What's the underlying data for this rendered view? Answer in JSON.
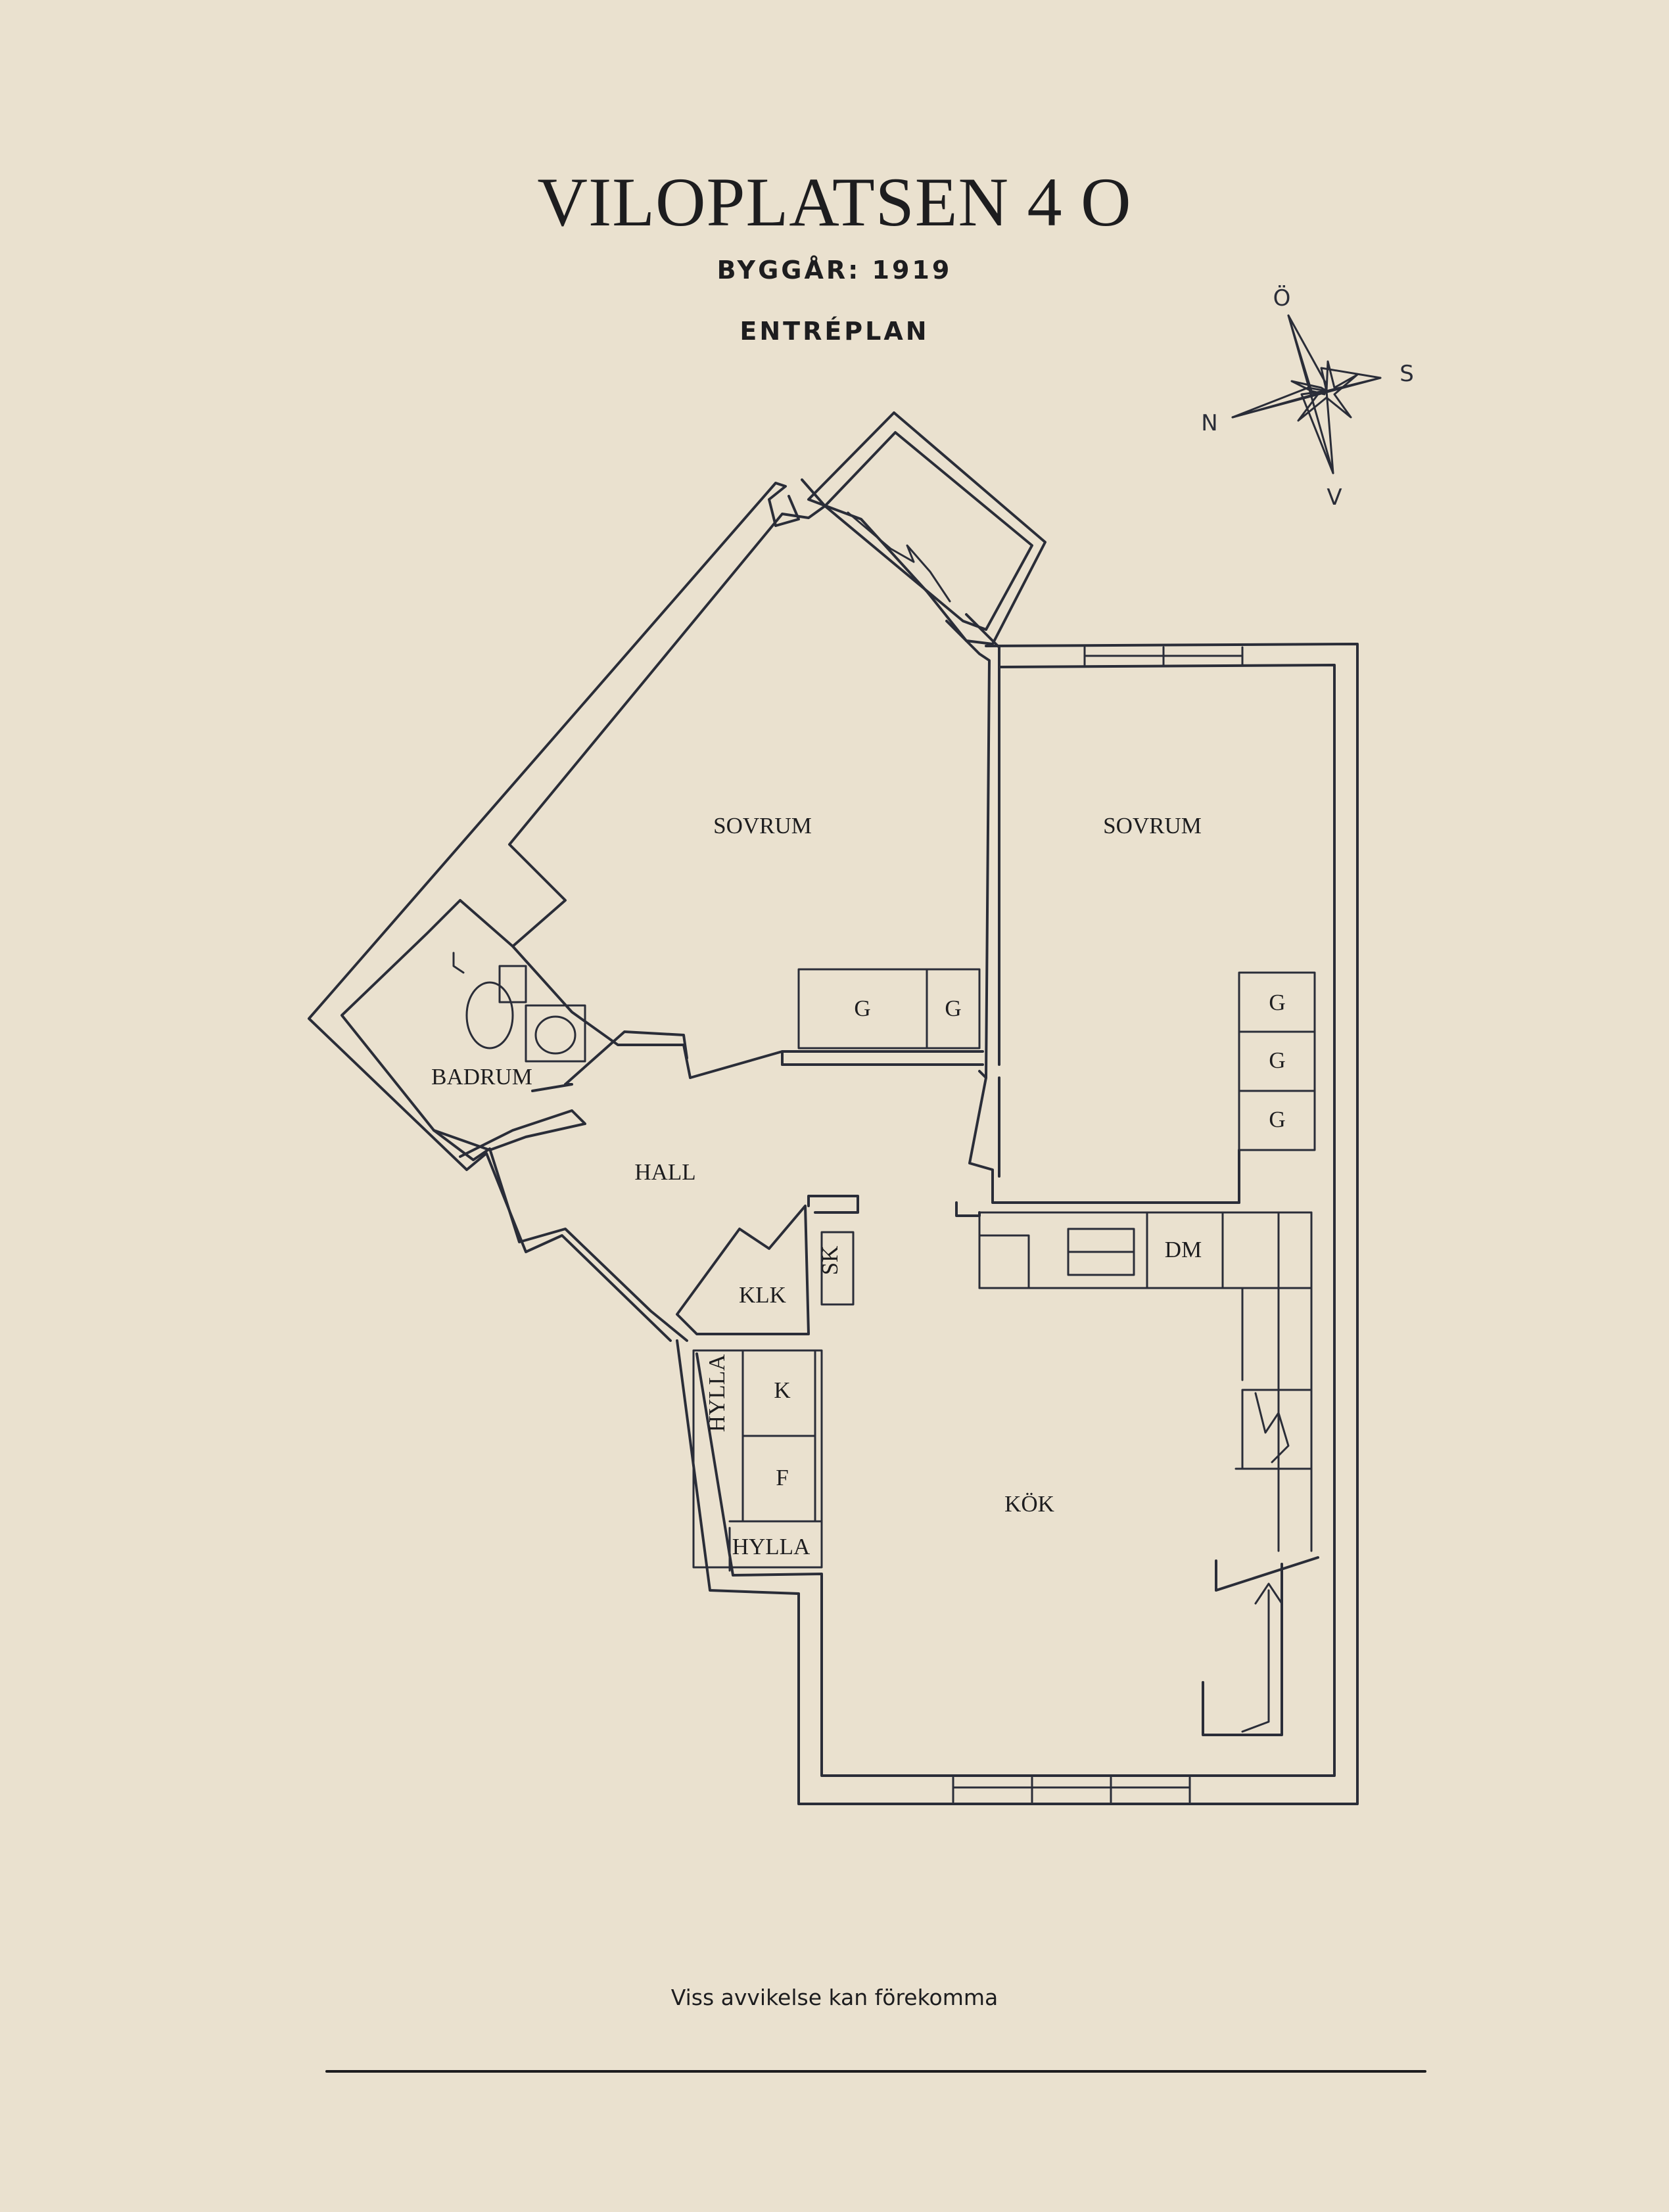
{
  "header": {
    "title": "VILOPLATSEN 4 O",
    "year": "BYGGÅR: 1919",
    "level": "ENTRÉPLAN"
  },
  "compass": {
    "north": "Ö",
    "east": "S",
    "south": "V",
    "west": "N"
  },
  "rooms": {
    "sovrum_left": "SOVRUM",
    "sovrum_right": "SOVRUM",
    "badrum": "BADRUM",
    "hall": "HALL",
    "klk": "KLK",
    "sk": "SK",
    "kok": "KÖK",
    "dm": "DM",
    "k": "K",
    "f": "F",
    "hylla_vertical": "HYLLA",
    "hylla_horizontal": "HYLLA",
    "g": "G"
  },
  "footer": {
    "disclaimer": "Viss avvikelse kan förekomma"
  },
  "colors": {
    "background": "#EAE1CF",
    "ink": "#2a2d38"
  }
}
